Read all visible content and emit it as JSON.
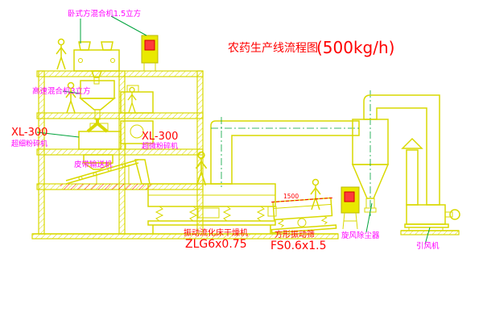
{
  "title": {
    "name": "农药生产线流程图",
    "capacity": "(500kg/h)"
  },
  "labels": {
    "top_mixer": "卧式方混合机1.5立方",
    "high_speed_mixer": "高速混合机3立方",
    "mill_left_model": "XL-300",
    "mill_left_name": "超细粉碎机",
    "mill_center_model": "XL-300",
    "mill_center_name": "超微粉碎机",
    "belt_conveyor": "皮带输送机",
    "dryer_name": "振动流化床干燥机",
    "dryer_model": "ZLG6x0.75",
    "screen_name": "方形振动筛",
    "screen_model": "FS0.6x1.5",
    "screen_dim": "1500",
    "cyclone_name": "旋风除尘器",
    "fan_name": "引风机"
  },
  "colors": {
    "line_yellow": "#d9d900",
    "line_green": "#00a33c",
    "text_red": "#ff0000",
    "text_magenta": "#ff00ff",
    "background": "#ffffff"
  }
}
